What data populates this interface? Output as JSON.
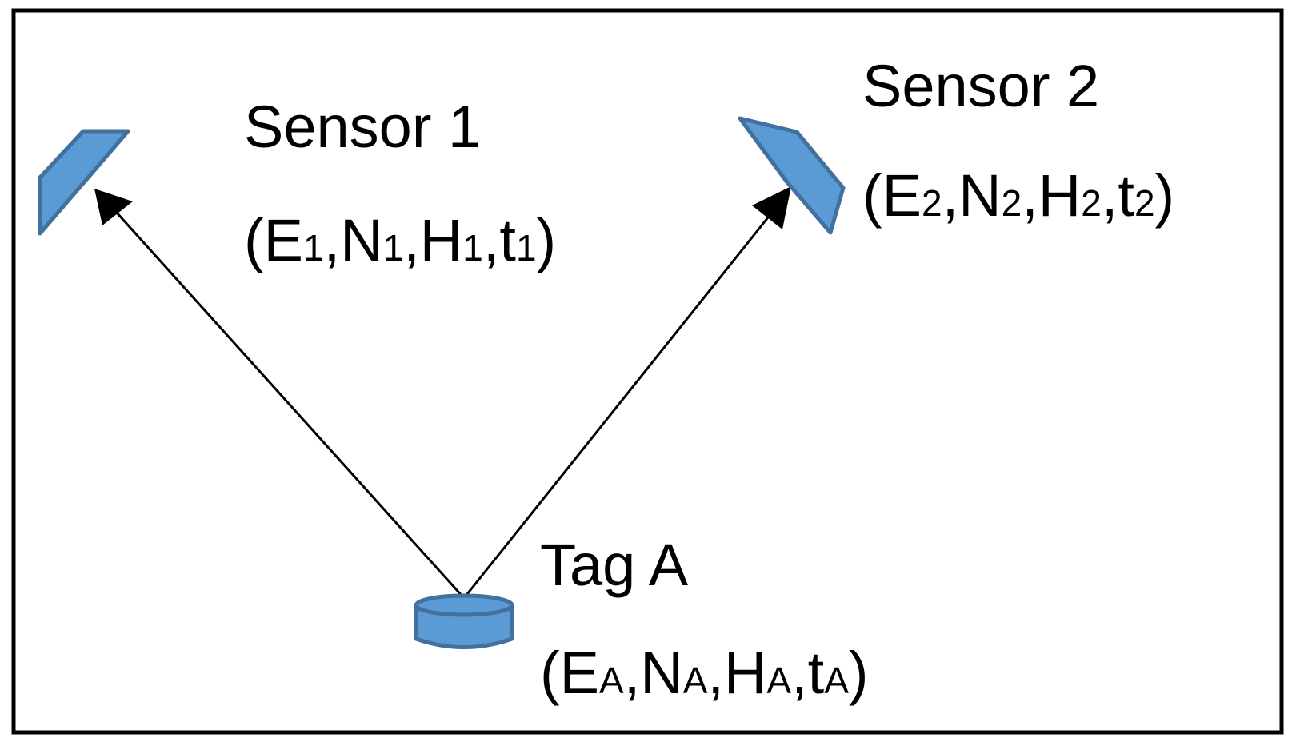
{
  "colors": {
    "device_fill": "#5b9bd5",
    "device_stroke": "#41719c",
    "line": "#000000",
    "frame": "#000000"
  },
  "sensor1": {
    "name": "Sensor 1",
    "coords": {
      "open": "(",
      "e": "E",
      "e_sub": "1",
      "sep1": ",",
      "n": "N",
      "n_sub": "1",
      "sep2": ",",
      "h": "H",
      "h_sub": "1",
      "sep3": ",",
      "t": "t",
      "t_sub": "1",
      "close": ")"
    }
  },
  "sensor2": {
    "name": "Sensor 2",
    "coords": {
      "open": "(",
      "e": "E",
      "e_sub": "2",
      "sep1": ",",
      "n": "N",
      "n_sub": "2",
      "sep2": ",",
      "h": "H",
      "h_sub": "2",
      "sep3": ",",
      "t": "t",
      "t_sub": "2",
      "close": ")"
    }
  },
  "tag": {
    "name": "Tag A",
    "coords": {
      "open": "(",
      "e": "E",
      "e_sub": "A",
      "sep1": ",",
      "n": "N",
      "n_sub": "A",
      "sep2": ",",
      "h": "H",
      "h_sub": "A",
      "sep3": ",",
      "t": "t",
      "t_sub": "A",
      "close": ")"
    }
  }
}
